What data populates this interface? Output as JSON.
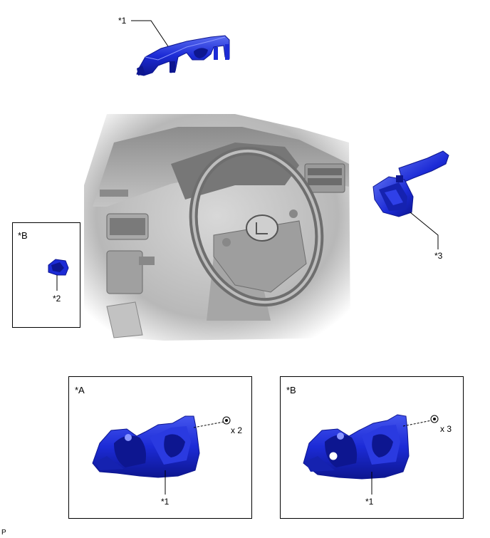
{
  "colors": {
    "part_blue": "#1c2bd6",
    "part_blue_dark": "#0d1690",
    "part_blue_light": "#5a6cf0",
    "interior_gray": "#9a9a9a"
  },
  "top": {
    "part_label": "*1"
  },
  "interior": {
    "switch_label": "*3"
  },
  "inset_b": {
    "title": "*B",
    "part_label": "*2"
  },
  "detail_a": {
    "title": "*A",
    "part_label": "*1",
    "screw_count": "x 2"
  },
  "detail_b": {
    "title": "*B",
    "part_label": "*1",
    "screw_count": "x 3"
  },
  "footer": {
    "code": "P"
  }
}
